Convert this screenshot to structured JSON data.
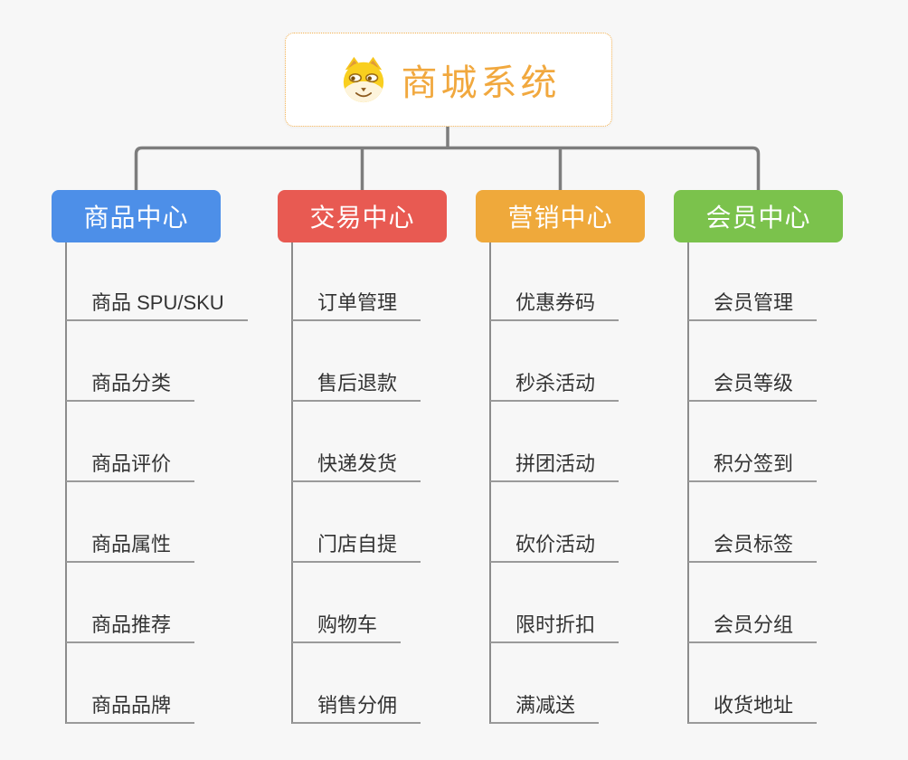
{
  "root": {
    "title": "商城系统",
    "icon": "doge-icon",
    "title_color": "#F1A83E",
    "border_color": "#F2B04F",
    "background": "#FFFFFF"
  },
  "colors": {
    "page_background": "#F7F7F7",
    "tree_line": "#7D7D7D",
    "stem_line": "#8C8C8C",
    "leaf_underline": "#9A9A9A",
    "leaf_text": "#333333",
    "branch_text": "#FFFFFF"
  },
  "branches": [
    {
      "label": "商品中心",
      "color": "#4D8FE8",
      "items": [
        "商品 SPU/SKU",
        "商品分类",
        "商品评价",
        "商品属性",
        "商品推荐",
        "商品品牌"
      ]
    },
    {
      "label": "交易中心",
      "color": "#E85A52",
      "items": [
        "订单管理",
        "售后退款",
        "快递发货",
        "门店自提",
        "购物车",
        "销售分佣"
      ]
    },
    {
      "label": "营销中心",
      "color": "#EFA93B",
      "items": [
        "优惠券码",
        "秒杀活动",
        "拼团活动",
        "砍价活动",
        "限时折扣",
        "满减送"
      ]
    },
    {
      "label": "会员中心",
      "color": "#7BC24C",
      "items": [
        "会员管理",
        "会员等级",
        "积分签到",
        "会员标签",
        "会员分组",
        "收货地址"
      ]
    }
  ]
}
